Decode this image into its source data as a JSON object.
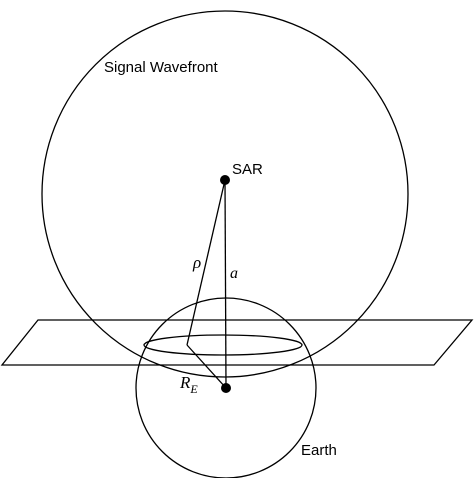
{
  "labels": {
    "wavefront": "Signal Wavefront",
    "sar": "SAR",
    "rho": "ρ",
    "a": "a",
    "re_main": "R",
    "re_sub": "E",
    "earth": "Earth"
  },
  "colors": {
    "stroke": "#000000",
    "background": "#ffffff"
  }
}
